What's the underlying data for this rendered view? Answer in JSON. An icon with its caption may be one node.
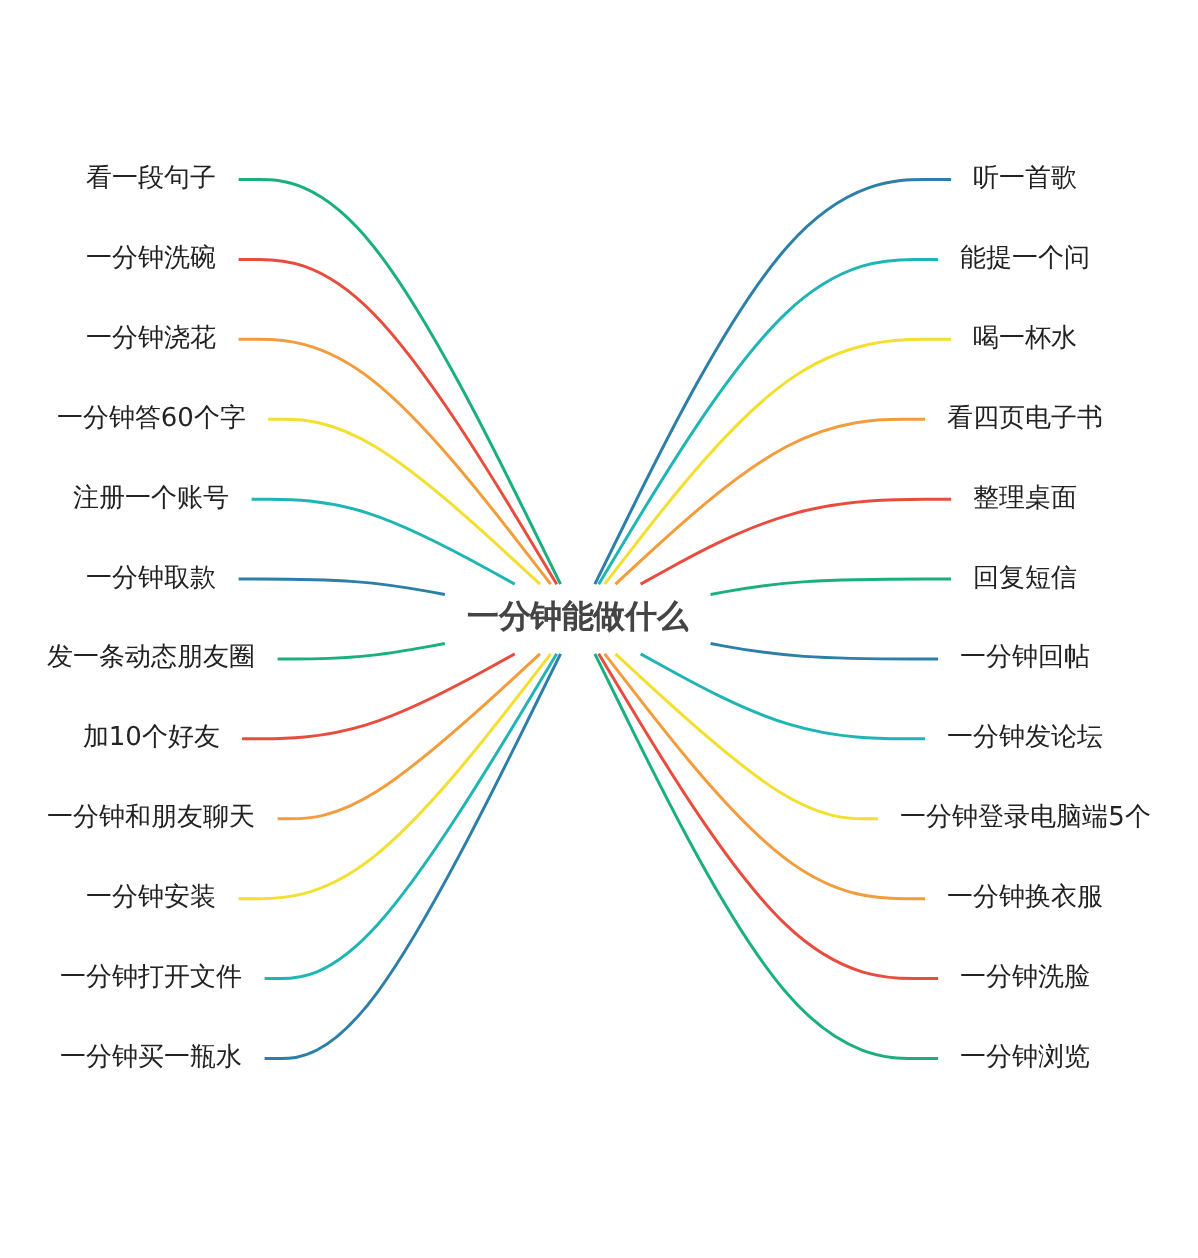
{
  "diagram": {
    "nodes": [
      {
        "text": [
          "一分钟能做什么"
        ]
      },
      {
        "text": [
          "看一段句子"
        ]
      },
      {
        "text": [
          "一分钟洗碗"
        ]
      },
      {
        "text": [
          "一分钟浇花"
        ]
      },
      {
        "text": [
          "一分钟答60个字"
        ]
      },
      {
        "text": [
          "注册一个账号"
        ]
      },
      {
        "text": [
          "一分钟取款"
        ]
      },
      {
        "text": [
          "发一条动态朋友圈"
        ]
      },
      {
        "text": [
          "加10个好友"
        ]
      },
      {
        "text": [
          "一分钟和朋友聊天"
        ]
      },
      {
        "text": [
          "一分钟安装"
        ]
      },
      {
        "text": [
          "一分钟打开文件"
        ]
      },
      {
        "text": [
          "一分钟买一瓶水"
        ]
      },
      {
        "text": [
          "听一首歌"
        ]
      },
      {
        "text": [
          "能提一个问"
        ]
      },
      {
        "text": [
          "喝一杯水"
        ]
      },
      {
        "text": [
          "看四页电子书"
        ]
      },
      {
        "text": [
          "整理桌面"
        ]
      },
      {
        "text": [
          "回复短信"
        ]
      },
      {
        "text": [
          "一分钟回帖"
        ]
      },
      {
        "text": [
          "一分钟发论坛"
        ]
      },
      {
        "text": [
          "一分钟登录电脑端5个"
        ]
      },
      {
        "text": [
          "一分钟换衣服"
        ]
      },
      {
        "text": [
          "一分钟洗脸"
        ]
      },
      {
        "text": [
          "一分钟浏览"
        ]
      }
    ],
    "edges": [
      {
        "from": 1,
        "to": 0,
        "arrow": "none",
        "color": "#1aaf7e"
      },
      {
        "from": 2,
        "to": 0,
        "arrow": "none",
        "color": "#e84c3d"
      },
      {
        "from": 3,
        "to": 0,
        "arrow": "none",
        "color": "#f39c3c"
      },
      {
        "from": 4,
        "to": 0,
        "arrow": "none",
        "color": "#f2df2e"
      },
      {
        "from": 5,
        "to": 0,
        "arrow": "none",
        "color": "#1fb5b5"
      },
      {
        "from": 6,
        "to": 0,
        "arrow": "none",
        "color": "#2b7fa8"
      },
      {
        "from": 7,
        "to": 0,
        "arrow": "none",
        "color": "#1aaf7e"
      },
      {
        "from": 8,
        "to": 0,
        "arrow": "none",
        "color": "#e84c3d"
      },
      {
        "from": 9,
        "to": 0,
        "arrow": "none",
        "color": "#f39c3c"
      },
      {
        "from": 10,
        "to": 0,
        "arrow": "none",
        "color": "#f2df2e"
      },
      {
        "from": 11,
        "to": 0,
        "arrow": "none",
        "color": "#1fb5b5"
      },
      {
        "from": 12,
        "to": 0,
        "arrow": "none",
        "color": "#2b7fa8"
      },
      {
        "from": 0,
        "to": 13,
        "arrow": "none",
        "color": "#2b7fa8"
      },
      {
        "from": 0,
        "to": 14,
        "arrow": "none",
        "color": "#1fb5b5"
      },
      {
        "from": 0,
        "to": 15,
        "arrow": "none",
        "color": "#f2df2e"
      },
      {
        "from": 0,
        "to": 16,
        "arrow": "none",
        "color": "#f39c3c"
      },
      {
        "from": 0,
        "to": 17,
        "arrow": "none",
        "color": "#e84c3d"
      },
      {
        "from": 0,
        "to": 18,
        "arrow": "none",
        "color": "#1aaf7e"
      },
      {
        "from": 0,
        "to": 19,
        "arrow": "none",
        "color": "#2b7fa8"
      },
      {
        "from": 0,
        "to": 20,
        "arrow": "none",
        "color": "#1fb5b5"
      },
      {
        "from": 0,
        "to": 21,
        "arrow": "none",
        "color": "#f2df2e"
      },
      {
        "from": 0,
        "to": 22,
        "arrow": "none",
        "color": "#f39c3c"
      },
      {
        "from": 0,
        "to": 23,
        "arrow": "none",
        "color": "#e84c3d"
      },
      {
        "from": 0,
        "to": 24,
        "arrow": "none",
        "color": "#1aaf7e"
      }
    ]
  }
}
